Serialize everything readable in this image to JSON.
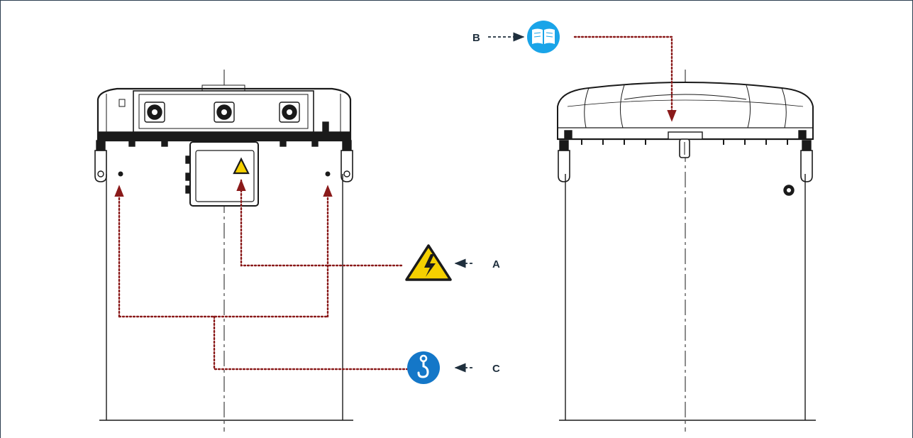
{
  "colors": {
    "frame": "#2c3e50",
    "drawing": "#1a1a1a",
    "leader": "#8a1a1a",
    "arrow": "#1f2f3d",
    "warning_yellow": "#f5d000",
    "info_blue": "#1aa4e8",
    "mandatory_blue": "#1477c8"
  },
  "callouts": {
    "a": {
      "label": "A",
      "icon": "electrical-hazard-icon"
    },
    "b": {
      "label": "B",
      "icon": "read-manual-icon"
    },
    "c": {
      "label": "C",
      "icon": "lifting-hook-icon"
    }
  }
}
